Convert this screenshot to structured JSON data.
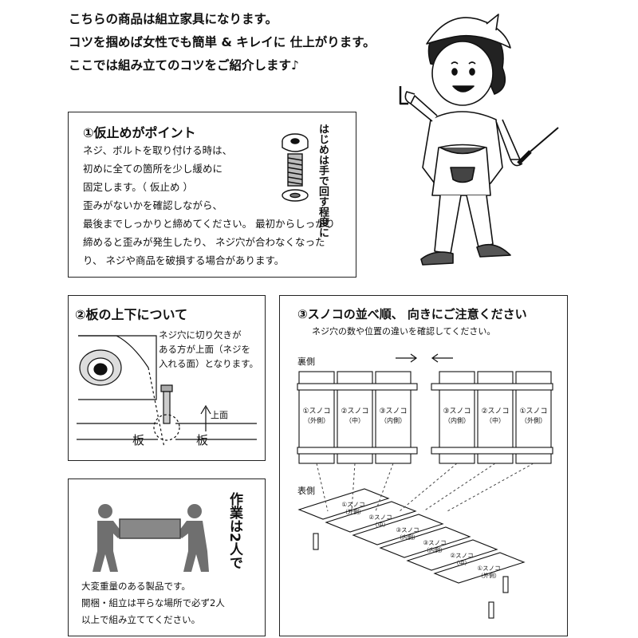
{
  "intro": {
    "lines": [
      "こちらの商品は組立家具になります。",
      "コツを掴めば女性でも簡単 & キレイに 仕上がります。",
      "ここでは組み立てのコツをご紹介します♪"
    ]
  },
  "section1": {
    "title": "①仮止めがポイント",
    "lines": [
      "ネジ、ボルトを取り付ける時は、",
      "初めに全ての箇所を少し緩めに",
      "固定します。（ 仮止め ）",
      "歪みがないかを確認しながら、",
      "最後までしっかりと締めてください。 最初からしっかり",
      "締めると歪みが発生したり、 ネジ穴が合わなくなった",
      "り、 ネジや商品を破損する場合があります。"
    ],
    "vertical_note": "はじめは手で回す程度に"
  },
  "section2": {
    "title": "②板の上下について",
    "lines": [
      "ネジ穴に切り欠きが",
      "ある方が上面（ネジを",
      "入れる面）となります。"
    ],
    "up_label": "上面",
    "board_left": "板",
    "board_right": "板"
  },
  "section3": {
    "title": "③スノコの並べ順、 向きにご注意ください",
    "subtitle": "ネジ穴の数や位置の違いを確認してください。",
    "back_label": "裏側",
    "front_label": "表側",
    "slats_back": [
      {
        "num": "①スノコ",
        "pos": "（外側）"
      },
      {
        "num": "②スノコ",
        "pos": "（中）"
      },
      {
        "num": "③スノコ",
        "pos": "（内側）"
      },
      {
        "num": "③スノコ",
        "pos": "（内側）"
      },
      {
        "num": "②スノコ",
        "pos": "（中）"
      },
      {
        "num": "①スノコ",
        "pos": "（外側）"
      }
    ],
    "slats_front": [
      {
        "num": "①スノコ",
        "pos": "（外側）"
      },
      {
        "num": "②スノコ",
        "pos": "（中）"
      },
      {
        "num": "③スノコ",
        "pos": "（内側）"
      },
      {
        "num": "③スノコ",
        "pos": "（内側）"
      },
      {
        "num": "②スノコ",
        "pos": "（中）"
      },
      {
        "num": "①スノコ",
        "pos": "（外側）"
      }
    ]
  },
  "section4": {
    "vertical_title": "作業は2人で",
    "lines": [
      "大変重量のある製品です。",
      "開梱・組立は平らな場所で必ず2人",
      "以上で組み立ててください。"
    ]
  },
  "colors": {
    "figure_gray": "#8a8a8a",
    "line": "#222222",
    "bg": "#ffffff"
  }
}
